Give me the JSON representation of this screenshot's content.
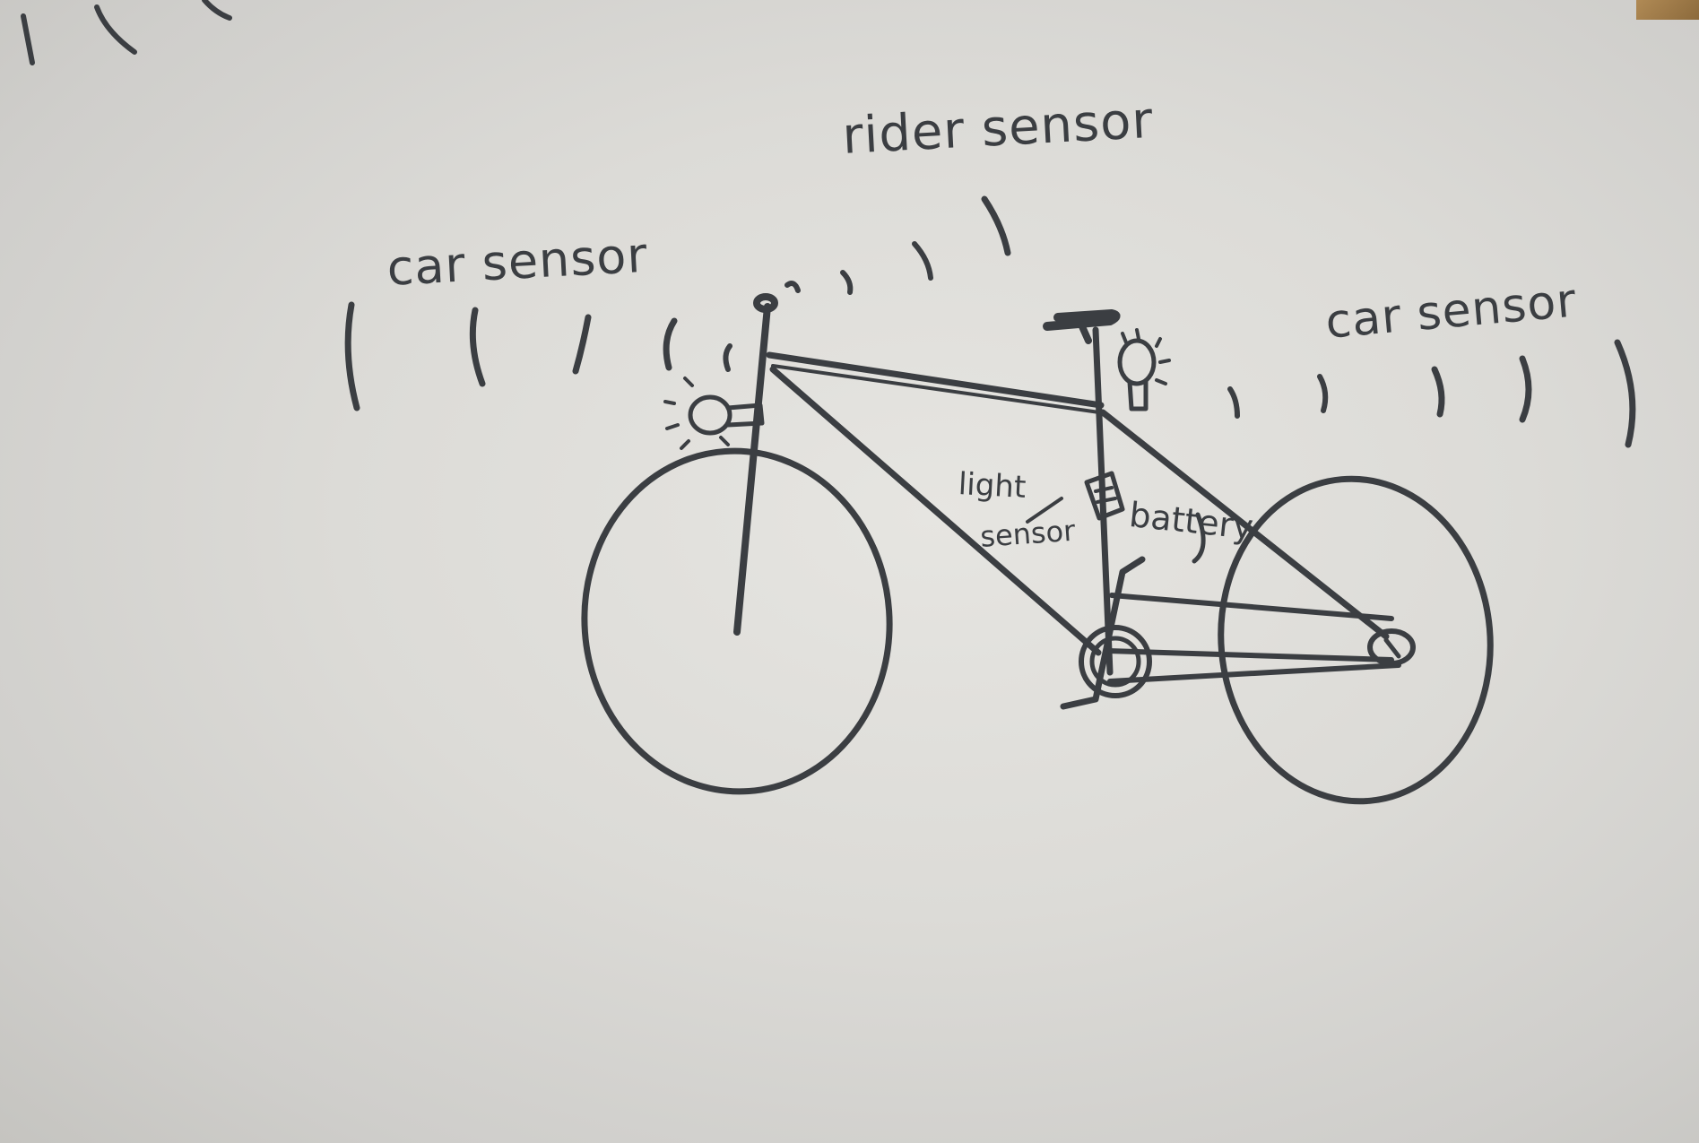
{
  "labels": {
    "rider_sensor": "rider sensor",
    "car_sensor_left": "car sensor",
    "car_sensor_right": "car sensor",
    "light_sensor_line1": "light",
    "light_sensor_line2": "sensor",
    "battery": "battery"
  },
  "colors": {
    "paper": "#e2e1dd",
    "ink": "#3b3e42"
  },
  "icons": [
    "light-bulb-icon",
    "battery-icon"
  ]
}
